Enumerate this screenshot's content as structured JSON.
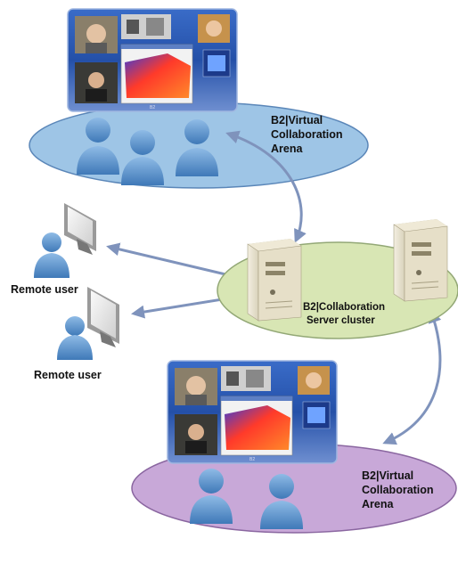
{
  "arena_top": {
    "label_line1": "B2|Virtual",
    "label_line2": "Collaboration",
    "label_line3": "Arena"
  },
  "arena_bottom": {
    "label_line1": "B2|Virtual",
    "label_line2": "Collaboration",
    "label_line3": "Arena"
  },
  "server_cluster": {
    "label_line1": "B2|Collaboration",
    "label_line2": "Server cluster"
  },
  "remote_users": [
    {
      "label": "Remote user"
    },
    {
      "label": "Remote user"
    }
  ],
  "colors": {
    "arena_top_fill": "#9ec5e6",
    "arena_bottom_fill": "#c8a8d8",
    "server_fill": "#d8e6b4",
    "arrow": "#7f93bc",
    "person": "#5a8fc6",
    "wall_frame": "#1e3f96"
  }
}
